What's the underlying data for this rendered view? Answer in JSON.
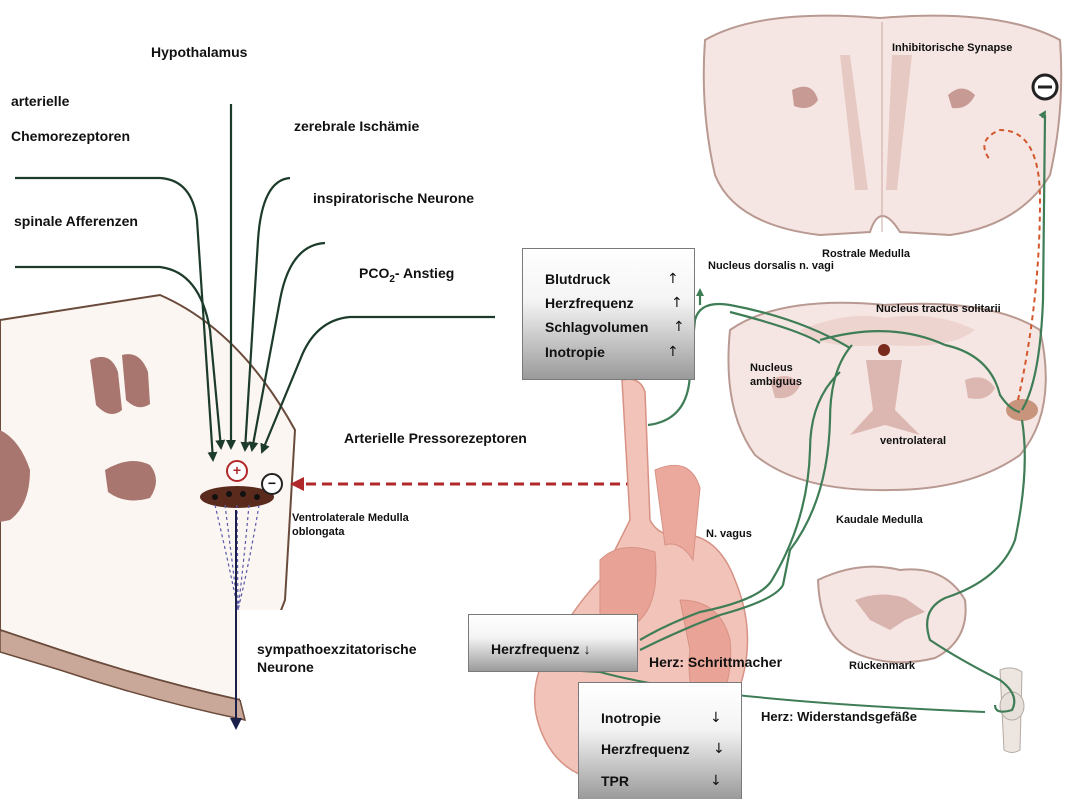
{
  "inputs": {
    "hypothalamus": "Hypothalamus",
    "chemo_line1": "arterielle",
    "chemo_line2": "Chemorezeptoren",
    "ischemia": "zerebrale Ischämie",
    "inspiratory": "inspiratorische Neurone",
    "spinal": "spinale Afferenzen",
    "pco2_prefix": "PCO",
    "pco2_sub": "2",
    "pco2_suffix": "- Anstieg",
    "baroreceptors": "Arterielle Pressorezeptoren"
  },
  "medulla": {
    "plus_symbol": "+",
    "minus_symbol": "−",
    "vlm_line1": "Ventrolaterale Medulla",
    "vlm_line2": "oblongata",
    "sympatho_line1": "sympathoexzitatorische",
    "sympatho_line2": "Neurone"
  },
  "box_top": {
    "rows": [
      {
        "label": "Blutdruck",
        "arrow": "↑"
      },
      {
        "label": "Herzfrequenz",
        "arrow": "↑"
      },
      {
        "label": "Schlagvolumen",
        "arrow": "↑"
      },
      {
        "label": "Inotropie",
        "arrow": "↑"
      }
    ]
  },
  "box_mid": {
    "label": "Herzfrequenz ↓"
  },
  "box_bottom": {
    "rows": [
      {
        "label": "Inotropie",
        "arrow": "↓"
      },
      {
        "label": "Herzfrequenz",
        "arrow": "↓"
      },
      {
        "label": "TPR",
        "arrow": "↓"
      }
    ]
  },
  "right": {
    "inhibitory_synapse": "Inhibitorische Synapse",
    "minus_symbol": "−",
    "rostral": "Rostrale Medulla",
    "dorsalis": "Nucleus  dorsalis  n. vagi",
    "tractus": "Nucleus tractus solitarii",
    "ambiguus_line1": "Nucleus",
    "ambiguus_line2": "ambiguus",
    "ventrolateral": "ventrolateral",
    "caudal": "Kaudale Medulla",
    "vagus": "N. vagus",
    "spinal_cord": "Rückenmark",
    "pacemaker": "Herz: Schrittmacher",
    "resistance": "Herz: Widerstandsgefäße"
  }
}
